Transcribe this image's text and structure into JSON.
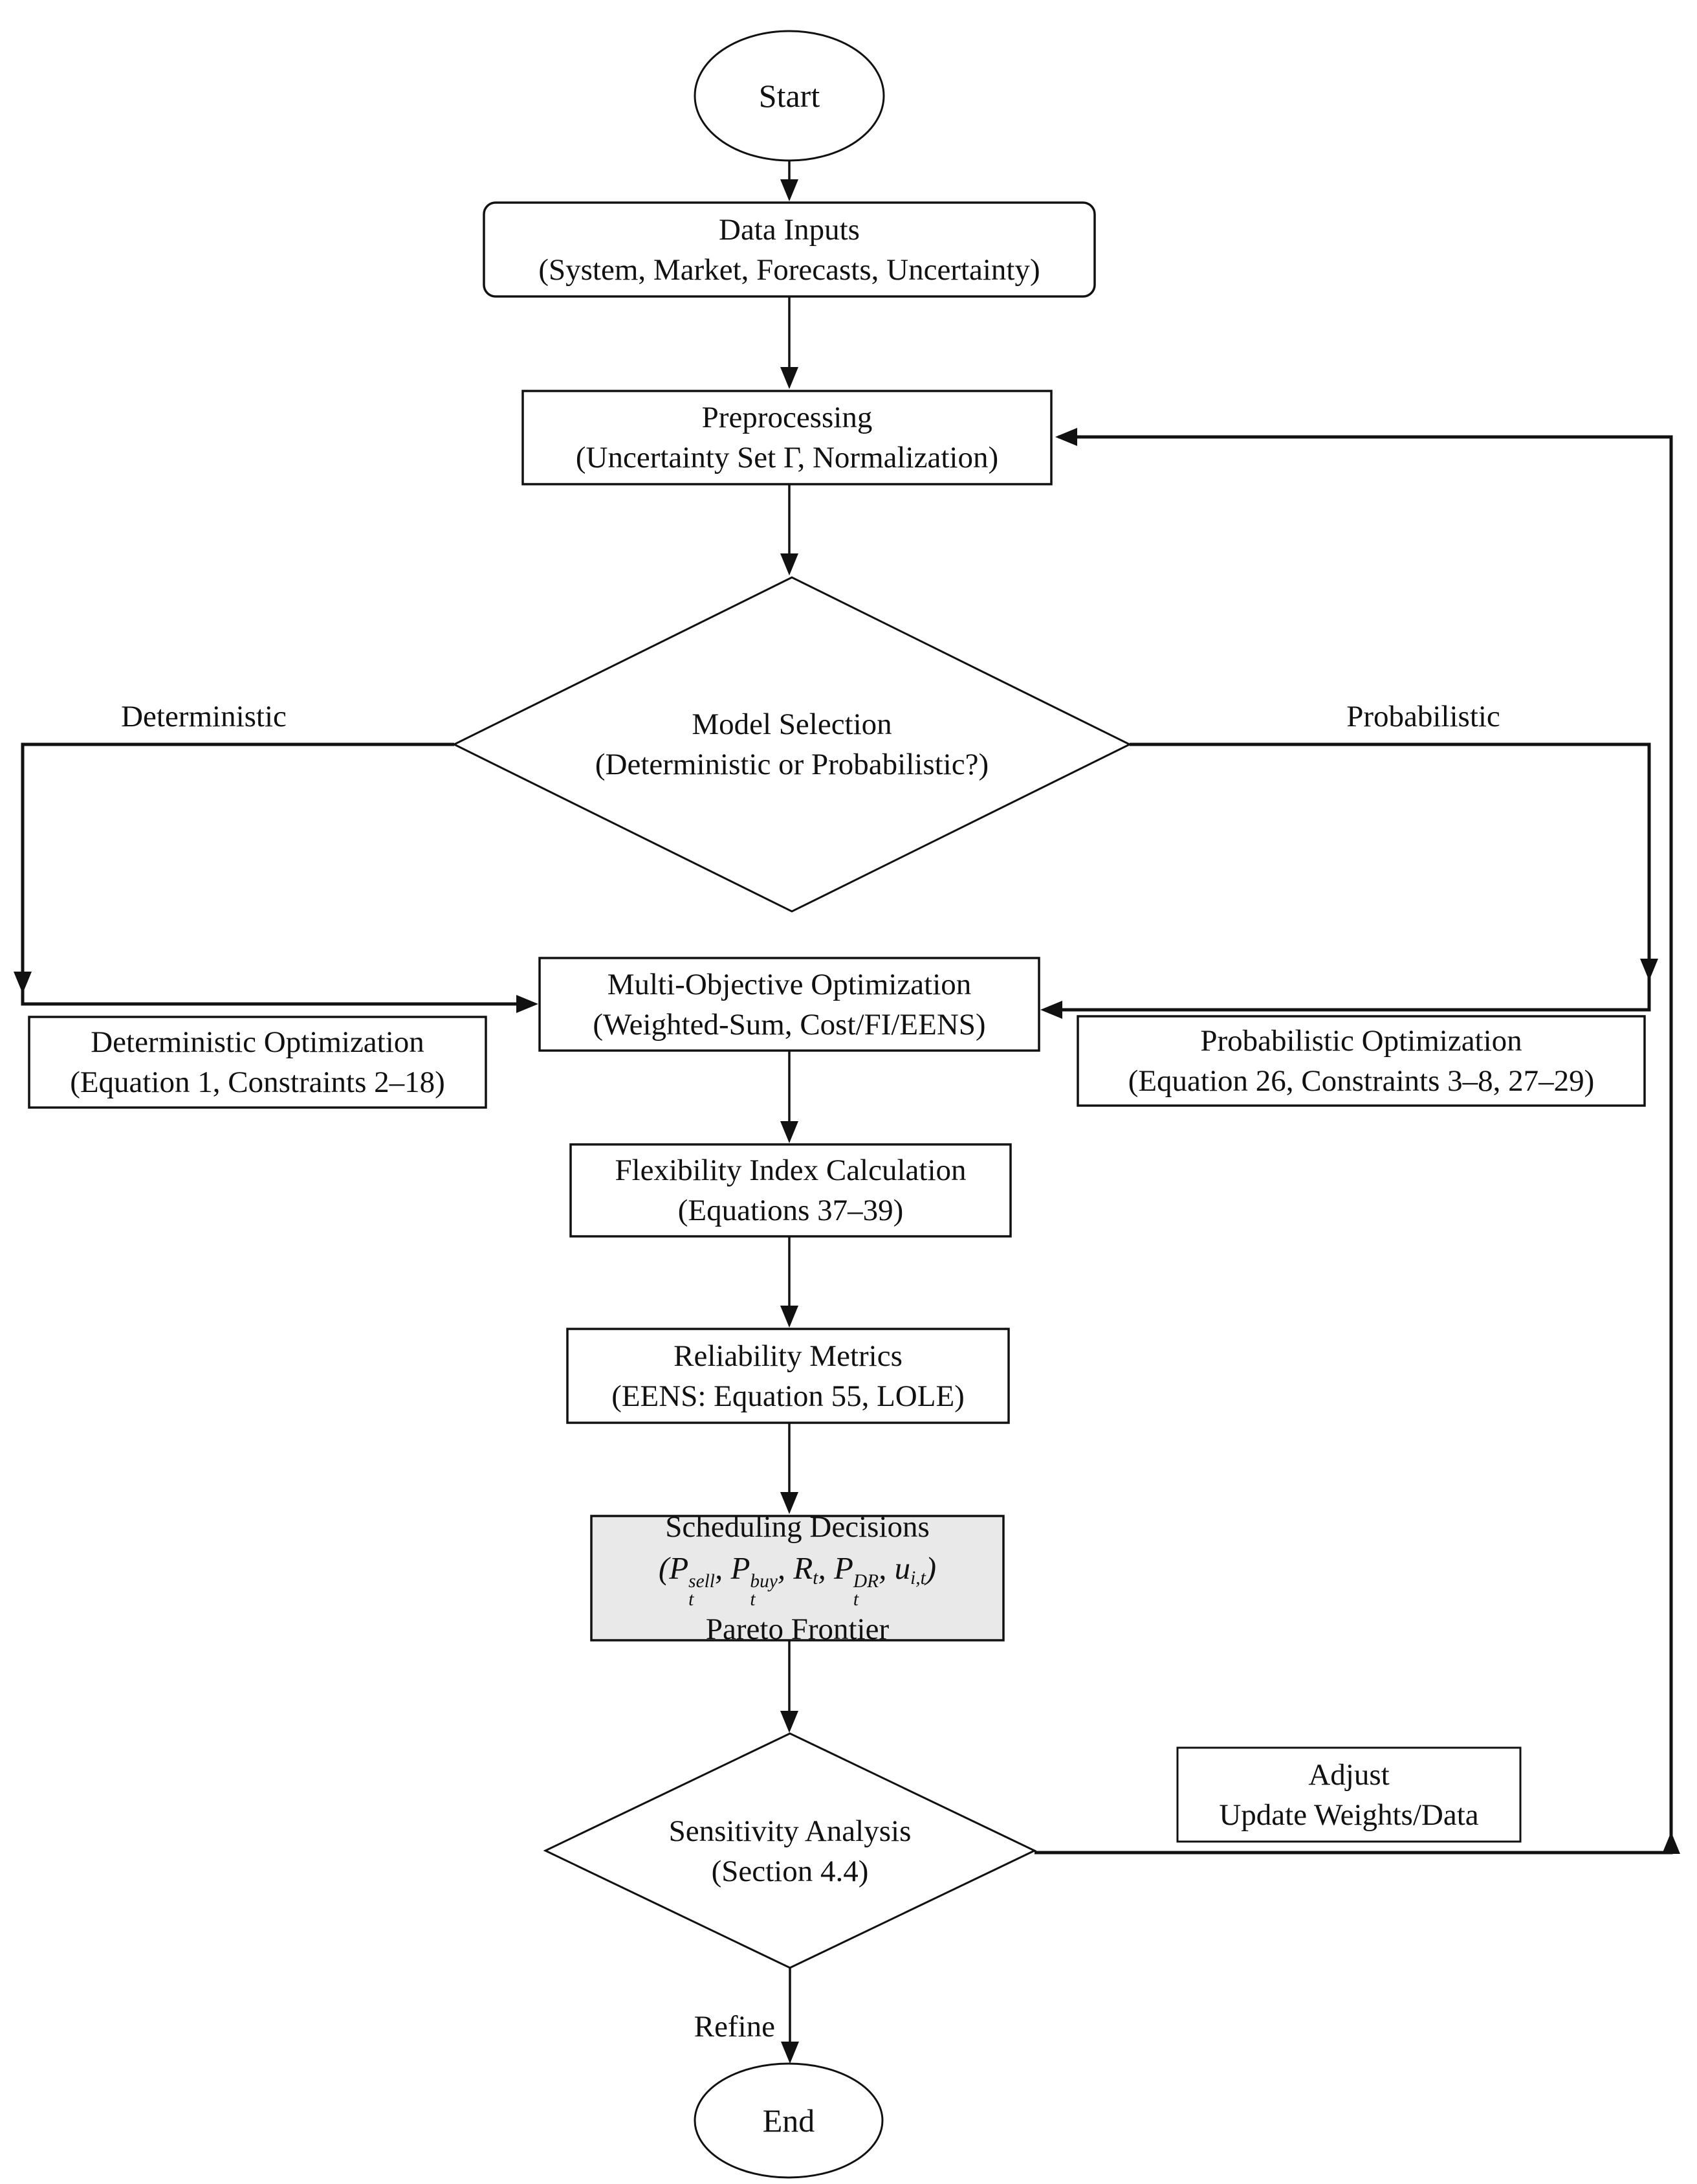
{
  "colors": {
    "stroke": "#111111",
    "shaded_fill": "#e9e9e9",
    "background": "#ffffff"
  },
  "nodes": {
    "start": {
      "label": "Start"
    },
    "data_inputs": {
      "line1": "Data Inputs",
      "line2": "(System, Market, Forecasts, Uncertainty)"
    },
    "preprocessing": {
      "line1": "Preprocessing",
      "line2": "(Uncertainty Set Γ, Normalization)"
    },
    "model_selection": {
      "line1": "Model Selection",
      "line2": "(Deterministic or Probabilistic?)"
    },
    "deterministic_optimization": {
      "line1": "Deterministic Optimization",
      "line2": "(Equation 1, Constraints 2–18)"
    },
    "probabilistic_optimization": {
      "line1": "Probabilistic Optimization",
      "line2": "(Equation 26, Constraints 3–8, 27–29)"
    },
    "multi_objective_optimization": {
      "line1": "Multi-Objective Optimization",
      "line2": "(Weighted-Sum, Cost/FI/EENS)"
    },
    "flexibility_index": {
      "line1": "Flexibility Index Calculation",
      "line2": "(Equations 37–39)"
    },
    "reliability_metrics": {
      "line1": "Reliability Metrics",
      "line2": "(EENS: Equation 55, LOLE)"
    },
    "scheduling_decisions": {
      "line1": "Scheduling Decisions",
      "math_tokens": [
        {
          "t": "("
        },
        {
          "v": "P",
          "sup": "sell",
          "sub": "t"
        },
        {
          "t": ", "
        },
        {
          "v": "P",
          "sup": "buy",
          "sub": "t"
        },
        {
          "t": ", "
        },
        {
          "v": "R",
          "sub": "t"
        },
        {
          "t": ", "
        },
        {
          "v": "P",
          "sup": "DR",
          "sub": "t"
        },
        {
          "t": ", "
        },
        {
          "v": "u",
          "sub": "i,t"
        },
        {
          "t": ")"
        }
      ],
      "line3": "Pareto Frontier"
    },
    "sensitivity_analysis": {
      "line1": "Sensitivity Analysis",
      "line2": "(Section 4.4)"
    },
    "adjust": {
      "line1": "Adjust",
      "line2": "Update Weights/Data"
    },
    "end": {
      "label": "End"
    }
  },
  "edge_labels": {
    "deterministic": "Deterministic",
    "probabilistic": "Probabilistic",
    "refine": "Refine"
  }
}
